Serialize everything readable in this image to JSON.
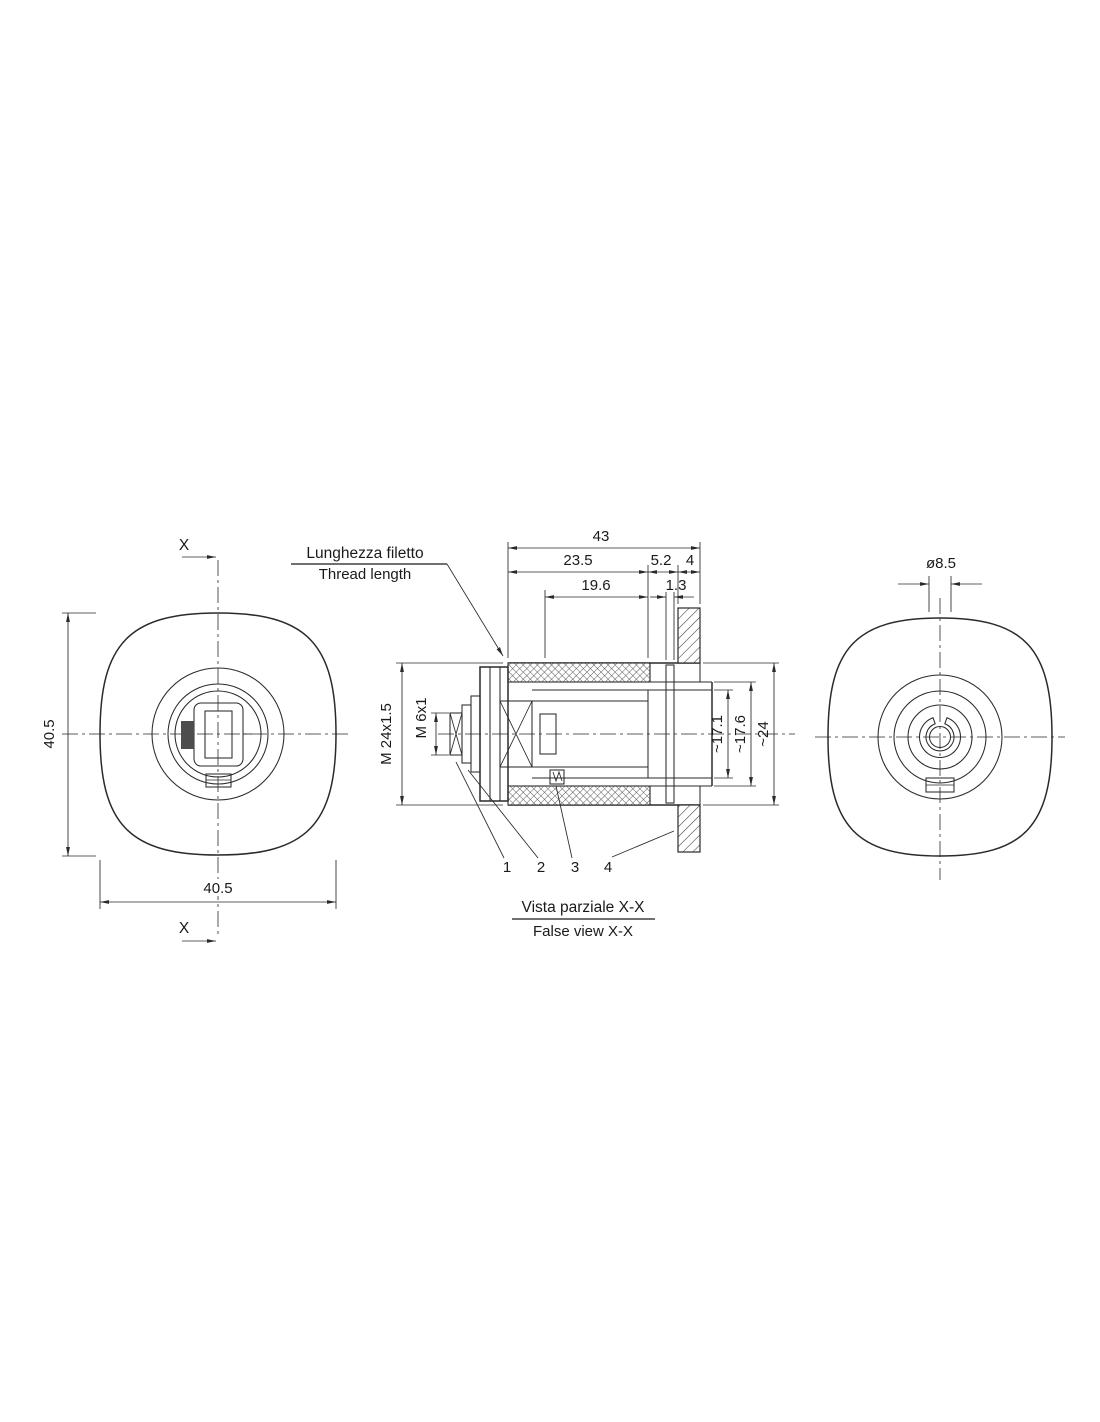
{
  "colors": {
    "line": "#2a2a2a",
    "text": "#1a1a1a",
    "background": "#ffffff"
  },
  "front_view": {
    "section_marker_top": "X",
    "section_marker_bottom": "X",
    "height_dim": "40.5",
    "width_dim": "40.5"
  },
  "section_view": {
    "thread_label_it": "Lunghezza filetto",
    "thread_label_en": "Thread length",
    "dim_total": "43",
    "dim_thread_len": "23.5",
    "dim_collar": "5.2",
    "dim_panel": "4",
    "dim_usable_thread": "19.6",
    "dim_groove": "1.3",
    "dim_body_thread": "M 24x1.5",
    "dim_screw": "M 6x1",
    "dim_bore": "~17.1",
    "dim_core": "~17.6",
    "dim_hole": "~24",
    "callouts": [
      "1",
      "2",
      "3",
      "4"
    ],
    "caption_it": "Vista parziale X-X",
    "caption_en": "False view X-X"
  },
  "rear_view": {
    "dim_shaft": "ø8.5"
  }
}
